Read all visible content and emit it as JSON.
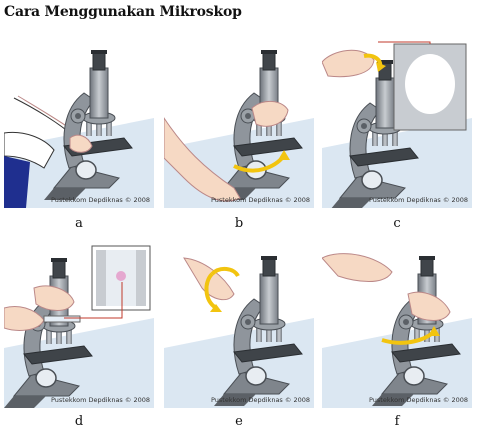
{
  "title": "Cara Menggunakan Mikroskop",
  "panels": [
    {
      "label": "a",
      "credit": "Pustekkom Depdiknas © 2008"
    },
    {
      "label": "b",
      "credit": "Pustekkom Depdiknas © 2008"
    },
    {
      "label": "c",
      "credit": "Pustekkom Depdiknas © 2008"
    },
    {
      "label": "d",
      "credit": "Pustekkom Depdiknas © 2008"
    },
    {
      "label": "e",
      "credit": "Pustekkom Depdiknas © 2008"
    },
    {
      "label": "f",
      "credit": "Pustekkom Depdiknas © 2008"
    }
  ],
  "colors": {
    "table": "#dbe7f2",
    "microscope_body": "#8f959c",
    "microscope_dark": "#4a4f55",
    "skin": "#f6d9c4",
    "arrow": "#f2c40f",
    "callout_line": "#c0392b",
    "shirt_blue": "#1f2f8f"
  }
}
